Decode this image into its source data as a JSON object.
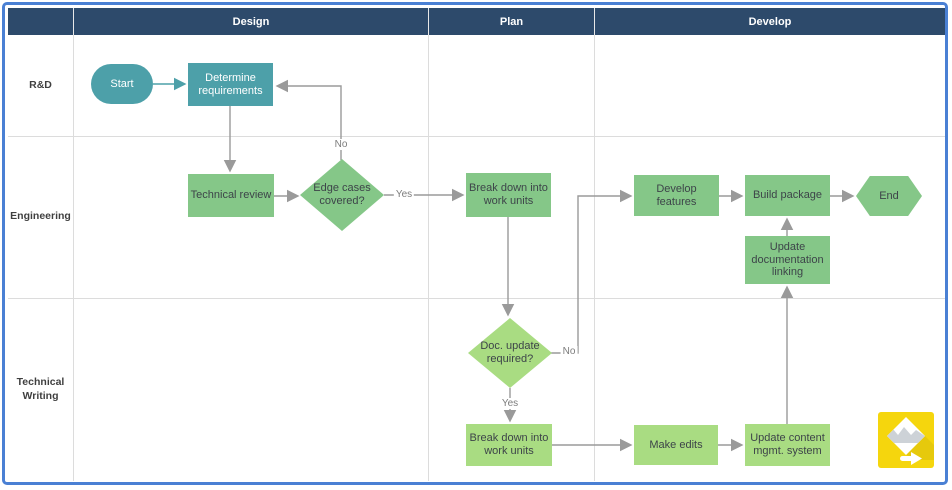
{
  "diagram": {
    "phases": [
      {
        "label": "Design"
      },
      {
        "label": "Plan"
      },
      {
        "label": "Develop"
      }
    ],
    "lanes": [
      {
        "label": "R&D"
      },
      {
        "label": "Engineering"
      },
      {
        "label": "Technical Writing"
      }
    ],
    "nodes": {
      "start": {
        "label": "Start",
        "type": "terminator",
        "lane": "R&D",
        "phase": "Design"
      },
      "determine_requirements": {
        "label": "Determine requirements",
        "type": "process",
        "lane": "R&D",
        "phase": "Design"
      },
      "technical_review": {
        "label": "Technical review",
        "type": "process",
        "lane": "Engineering",
        "phase": "Design"
      },
      "edge_cases_covered": {
        "label": "Edge cases covered?",
        "type": "decision",
        "lane": "Engineering",
        "phase": "Design"
      },
      "break_down_work_units_plan": {
        "label": "Break down into work units",
        "type": "process",
        "lane": "Engineering",
        "phase": "Plan"
      },
      "develop_features": {
        "label": "Develop features",
        "type": "process",
        "lane": "Engineering",
        "phase": "Develop"
      },
      "build_package": {
        "label": "Build package",
        "type": "process",
        "lane": "Engineering",
        "phase": "Develop"
      },
      "end": {
        "label": "End",
        "type": "terminator",
        "lane": "Engineering",
        "phase": "Develop"
      },
      "update_documentation_linking": {
        "label": "Update documentation linking",
        "type": "process",
        "lane": "Engineering",
        "phase": "Develop"
      },
      "doc_update_required": {
        "label": "Doc. update required?",
        "type": "decision",
        "lane": "Technical Writing",
        "phase": "Plan"
      },
      "break_down_work_units_writing": {
        "label": "Break down into work units",
        "type": "process",
        "lane": "Technical Writing",
        "phase": "Plan"
      },
      "make_edits": {
        "label": "Make edits",
        "type": "process",
        "lane": "Technical Writing",
        "phase": "Develop"
      },
      "update_content_mgmt": {
        "label": "Update content mgmt. system",
        "type": "process",
        "lane": "Technical Writing",
        "phase": "Develop"
      }
    },
    "edge_labels": {
      "edge_cases_no": "No",
      "edge_cases_yes": "Yes",
      "doc_update_no": "No",
      "doc_update_yes": "Yes"
    },
    "colors": {
      "frame_blue": "#4a80d4",
      "header_navy": "#2d4a6b",
      "teal": "#4da0a9",
      "green": "#85c788",
      "light_green": "#a9dc82",
      "arrow_gray": "#9a9a9a",
      "grid_gray": "#dcdcdc",
      "logo_yellow": "#f5d60d"
    }
  }
}
